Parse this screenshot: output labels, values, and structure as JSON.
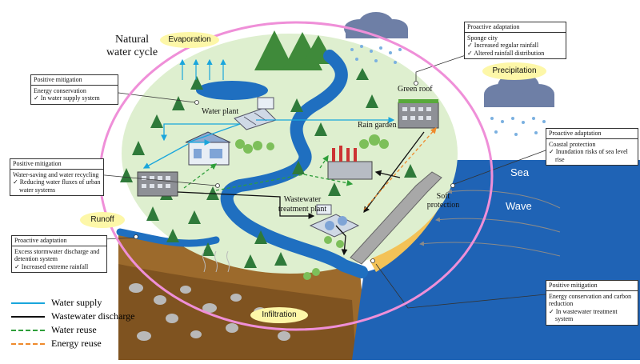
{
  "title_lines": [
    "Natural",
    "water cycle"
  ],
  "ovals": {
    "evaporation": "Evaporation",
    "precipitation": "Precipitation",
    "runoff": "Runoff",
    "infiltration": "Infiltration"
  },
  "labels": {
    "water_plant": "Water plant",
    "green_roof": "Green roof",
    "rain_garden": "Rain garden",
    "wastewater_plant_1": "Wastewater",
    "wastewater_plant_2": "treatment plant",
    "soft_protection_1": "Soft",
    "soft_protection_2": "protection",
    "sea": "Sea",
    "wave": "Wave"
  },
  "callouts": {
    "energy_conservation": {
      "title": "Positive mitigation",
      "sub": "Energy conservation",
      "items": [
        "✓  In water supply system"
      ]
    },
    "water_saving": {
      "title": "Positive mitigation",
      "sub": "Water-saving and water recycling",
      "items": [
        "✓  Reducing water fluxes of urban water systems"
      ]
    },
    "stormwater": {
      "title": "Proactive adaptation",
      "sub": "Excess stormwater discharge and detention system",
      "items": [
        "✓  Increased extreme rainfall"
      ]
    },
    "sponge_city": {
      "title": "Proactive adaptation",
      "sub": "Sponge city",
      "items": [
        "✓  Increased regular rainfall",
        "✓  Altered rainfall distribution"
      ]
    },
    "coastal": {
      "title": "Proactive adaptation",
      "sub": "Coastal protection",
      "items": [
        "✓  Inundation risks of sea level rise"
      ]
    },
    "carbon_reduction": {
      "title": "Positive mitigation",
      "sub": "Energy conservation and carbon reduction",
      "items": [
        "✓  In wastewater treatment system"
      ]
    }
  },
  "legend": [
    {
      "label": "Water supply",
      "color": "#1aa6dc",
      "style": "solid"
    },
    {
      "label": "Wastewater discharge",
      "color": "#111111",
      "style": "solid"
    },
    {
      "label": "Water reuse",
      "color": "#2e9e3a",
      "style": "dashed"
    },
    {
      "label": "Energy reuse",
      "color": "#ef8a2c",
      "style": "dashed"
    }
  ],
  "colors": {
    "island": "#deefcf",
    "river": "#1f6fc0",
    "sea": "#1f63b5",
    "soil": "#9c6a2c",
    "sand": "#f3c257",
    "tree": "#2f7a3a",
    "ellipse": "#ef8fd8"
  }
}
